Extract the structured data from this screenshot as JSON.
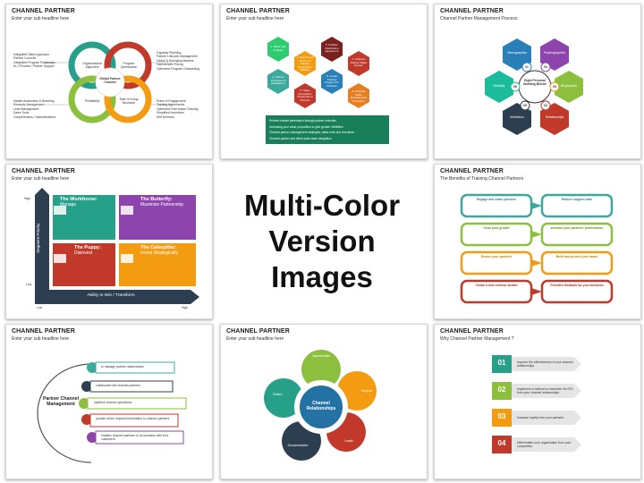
{
  "center": {
    "line1": "Multi-Color",
    "line2": "Version Images"
  },
  "slides": {
    "s1": {
      "title": "CHANNEL PARTNER",
      "subtitle": "Enter your sub headline here",
      "center": "Global Partner Channel",
      "petals": [
        "Organizational Alignment",
        "Program Optimization",
        "Profitability",
        "Rate of Doing Business"
      ],
      "lists": [
        [
          "Integrated Sales Approach",
          "Partner Councils",
          "Integrated Program Roadmaps",
          "M-J Process / Partner Support"
        ],
        [
          "Capacity Planning",
          "Partner Lifecycle Management",
          "Global & Emerging Markets",
          "Harmonized Pricing",
          "Optimized Program Onboarding"
        ],
        [
          "Market Awareness & Branding",
          "Rewards Management",
          "Lead Management",
          "Sales Tools",
          "Competencies / Specializations"
        ],
        [
          "Rules of Engagement",
          "Training Agreements",
          "Optimized Role based Training",
          "Simplified Incentives",
          "Self Services"
        ]
      ]
    },
    "s2": {
      "title": "CHANNEL PARTNER",
      "subtitle": "Enter your sub headline here",
      "hexes": [
        "1. Sales Gap Analysis",
        "2. Search and Screen to identify Prospective Affiliates",
        "3. Position Distribution Agreement",
        "4. Partner Interviews & Evaluations",
        "5. Value Proposition Presented to Partners",
        "6. Create Training Program for Partners",
        "7. Channel Partner Sales System",
        "8. Channel Sales Development Programs"
      ],
      "bullets": [
        "Perform market penetration through partner selection",
        "Increasing your value proposition to gain greater visibilities",
        "Channel partner management strategies, sales tools and incentives",
        "Channel partner and direct sales team integration"
      ]
    },
    "s3": {
      "title": "CHANNEL PARTNER",
      "subtitle": "Channel Partner Management Process",
      "center": "Eight Personal Building Blocks",
      "hexes": [
        "Demographics",
        "Psychographics",
        "Biographics",
        "Relationships",
        "Motivation",
        "Modality"
      ],
      "nums": [
        "01",
        "02",
        "03",
        "04",
        "05",
        "06"
      ]
    },
    "s4": {
      "title": "CHANNEL PARTNER",
      "subtitle": "Enter your sub headline here",
      "ylabel": "Segment Priority",
      "xlabel": "Ability to Win / Transform",
      "ticks": {
        "high": "High",
        "low": "Low"
      },
      "quads": [
        {
          "name": "The Workhorse:",
          "action": "Manage"
        },
        {
          "name": "The Butterfly:",
          "action": "Maximize Partnership"
        },
        {
          "name": "The Puppy:",
          "action": "Disinvest"
        },
        {
          "name": "The Caterpillar:",
          "action": "Invest Strategically"
        }
      ]
    },
    "s5": {
      "title": "CHANNEL PARTNER",
      "subtitle": "The Benefits of Training Channel Partners",
      "items": [
        "Engage and retain partners",
        "Reduce support calls",
        "Grow your growth",
        "Increase your partners' performance",
        "Ensure your partners",
        "Build and protect your brand",
        "Create a new revenue stream",
        "Provides feedback for your business"
      ]
    },
    "s6": {
      "title": "CHANNEL PARTNER",
      "subtitle": "Enter your sub headline here",
      "center": "Partner Channel Management",
      "items": [
        "to manage partner relationships",
        "collaborate with channel partners",
        "optimize channel operations",
        "provide all the required information to channel partners",
        "enables channel partners to do business with end-customers"
      ]
    },
    "s7": {
      "title": "CHANNEL PARTNER",
      "subtitle": "Enter your sub headline here",
      "center": "Channel Relationships",
      "labels": [
        "Opportunities",
        "Support",
        "Leads",
        "Documentation",
        "Orders"
      ]
    },
    "s8": {
      "title": "CHANNEL PARTNER",
      "subtitle": "Why Channel Partner Management ?",
      "rows": [
        {
          "num": "01",
          "text": "Improve the effectiveness of your channel relationships"
        },
        {
          "num": "02",
          "text": "Implement a method to maximize the ROI from your channel relationships"
        },
        {
          "num": "03",
          "text": "Increase loyalty from your partners"
        },
        {
          "num": "04",
          "text": "Differentiate your organization from your competition"
        }
      ]
    }
  }
}
